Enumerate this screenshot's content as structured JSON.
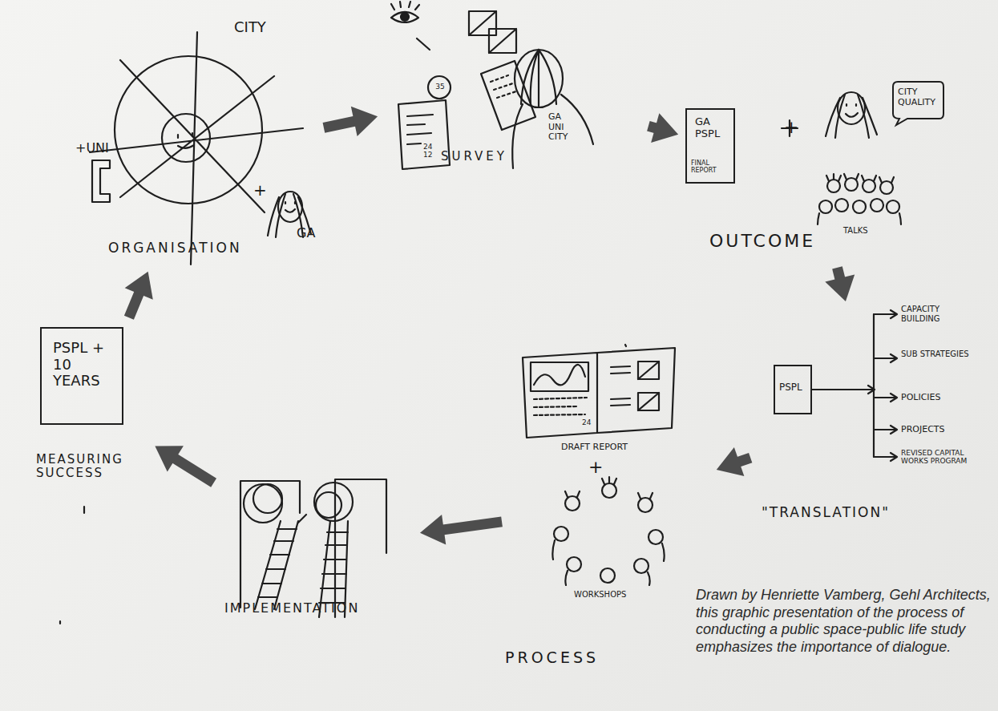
{
  "diagram": {
    "caption": "Drawn by Henriette Vamberg, Gehl Architects, this graphic presentation of the process of conducting a public space-public life study emphasizes the importance of dialogue.",
    "nodes": [
      {
        "text": [
          "ORGANISATION"
        ]
      },
      {
        "text": [
          "SURVEY"
        ]
      },
      {
        "text": [
          "OUTCOME"
        ]
      },
      {
        "text": [
          "GA PSPL",
          "FINAL REPORT"
        ],
        "in": 2
      },
      {
        "text": [
          "CITY QUALITY"
        ],
        "in": 2
      },
      {
        "text": [
          "\"TRANSLATION\""
        ]
      },
      {
        "text": [
          "PSPL"
        ],
        "in": 5
      },
      {
        "text": [
          "PROCESS"
        ]
      },
      {
        "text": [
          "IMPLEMENTATION"
        ]
      },
      {
        "text": [
          "MEASURING SUCCESS"
        ]
      },
      {
        "text": [
          "PSPL + 10 YEARS"
        ],
        "in": 9
      }
    ],
    "edges": [
      {
        "from": 0,
        "to": 1,
        "arrow": "to"
      },
      {
        "from": 1,
        "to": 2,
        "arrow": "to"
      },
      {
        "from": 2,
        "to": 5,
        "arrow": "to"
      },
      {
        "from": 5,
        "to": 7,
        "arrow": "to"
      },
      {
        "from": 7,
        "to": 8,
        "arrow": "to"
      },
      {
        "from": 8,
        "to": 9,
        "arrow": "to"
      },
      {
        "from": 9,
        "to": 0,
        "arrow": "to"
      }
    ],
    "labels": [
      "CITY",
      "+UNI",
      "+",
      "GA",
      "GA UNI CITY",
      "35",
      "24 12",
      "+",
      "TALKS",
      "CAPACITY BUILDING",
      "SUB STRATEGIES",
      "POLICIES",
      "PROJECTS",
      "REVISED CAPITAL WORKS PROGRAM",
      "DRAFT REPORT",
      "24",
      "+",
      "WORKSHOPS"
    ]
  }
}
